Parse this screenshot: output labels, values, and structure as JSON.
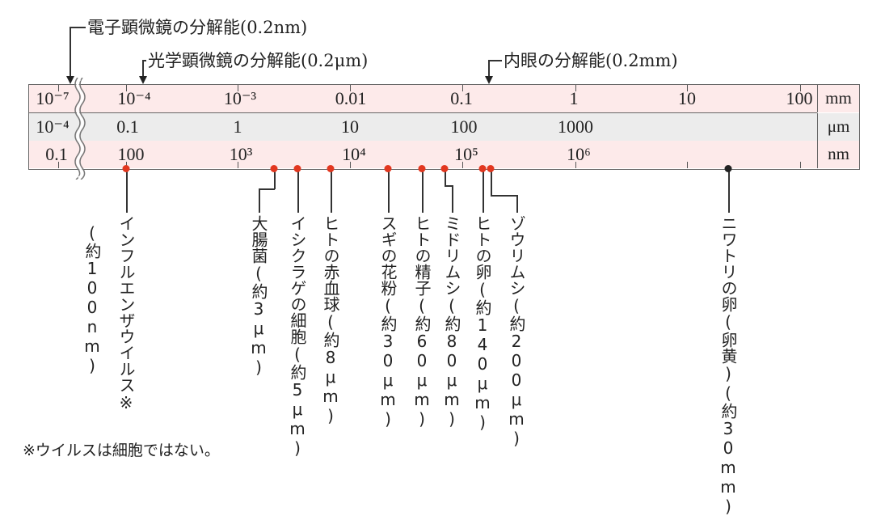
{
  "annotations": {
    "electron": "電子顕微鏡の分解能(0.2nm)",
    "optical": "光学顕微鏡の分解能(0.2μm)",
    "naked_eye": "内眼の分解能(0.2mm)"
  },
  "scale": {
    "units": [
      "mm",
      "μm",
      "nm"
    ],
    "mm_labels": [
      "10⁻⁷",
      "10⁻⁴",
      "10⁻³",
      "0.01",
      "0.1",
      "1",
      "10",
      "100"
    ],
    "um_labels": [
      "10⁻⁴",
      "0.1",
      "1",
      "10",
      "100",
      "1000"
    ],
    "nm_labels": [
      "0.1",
      "100",
      "10³",
      "10⁴",
      "10⁵",
      "10⁶"
    ]
  },
  "colors": {
    "pink": "#fdeaea",
    "gray": "#ececec",
    "dot": "#e2371f"
  },
  "items": [
    {
      "name": "インフルエンザウイルス※",
      "size": "(約100nm)"
    },
    {
      "name": "大腸菌(約3μm)"
    },
    {
      "name": "イシクラゲの細胞(約5μm)"
    },
    {
      "name": "ヒトの赤血球(約8μm)"
    },
    {
      "name": "スギの花粉(約30μm)"
    },
    {
      "name": "ヒトの精子(約60μm)"
    },
    {
      "name": "ミドリムシ(約80μm)"
    },
    {
      "name": "ヒトの卵(約140μm)"
    },
    {
      "name": "ゾウリムシ(約200μm)"
    },
    {
      "name": "ニワトリの卵(卵黄)(約30mm)"
    }
  ],
  "footnote": "※ウイルスは細胞ではない。"
}
